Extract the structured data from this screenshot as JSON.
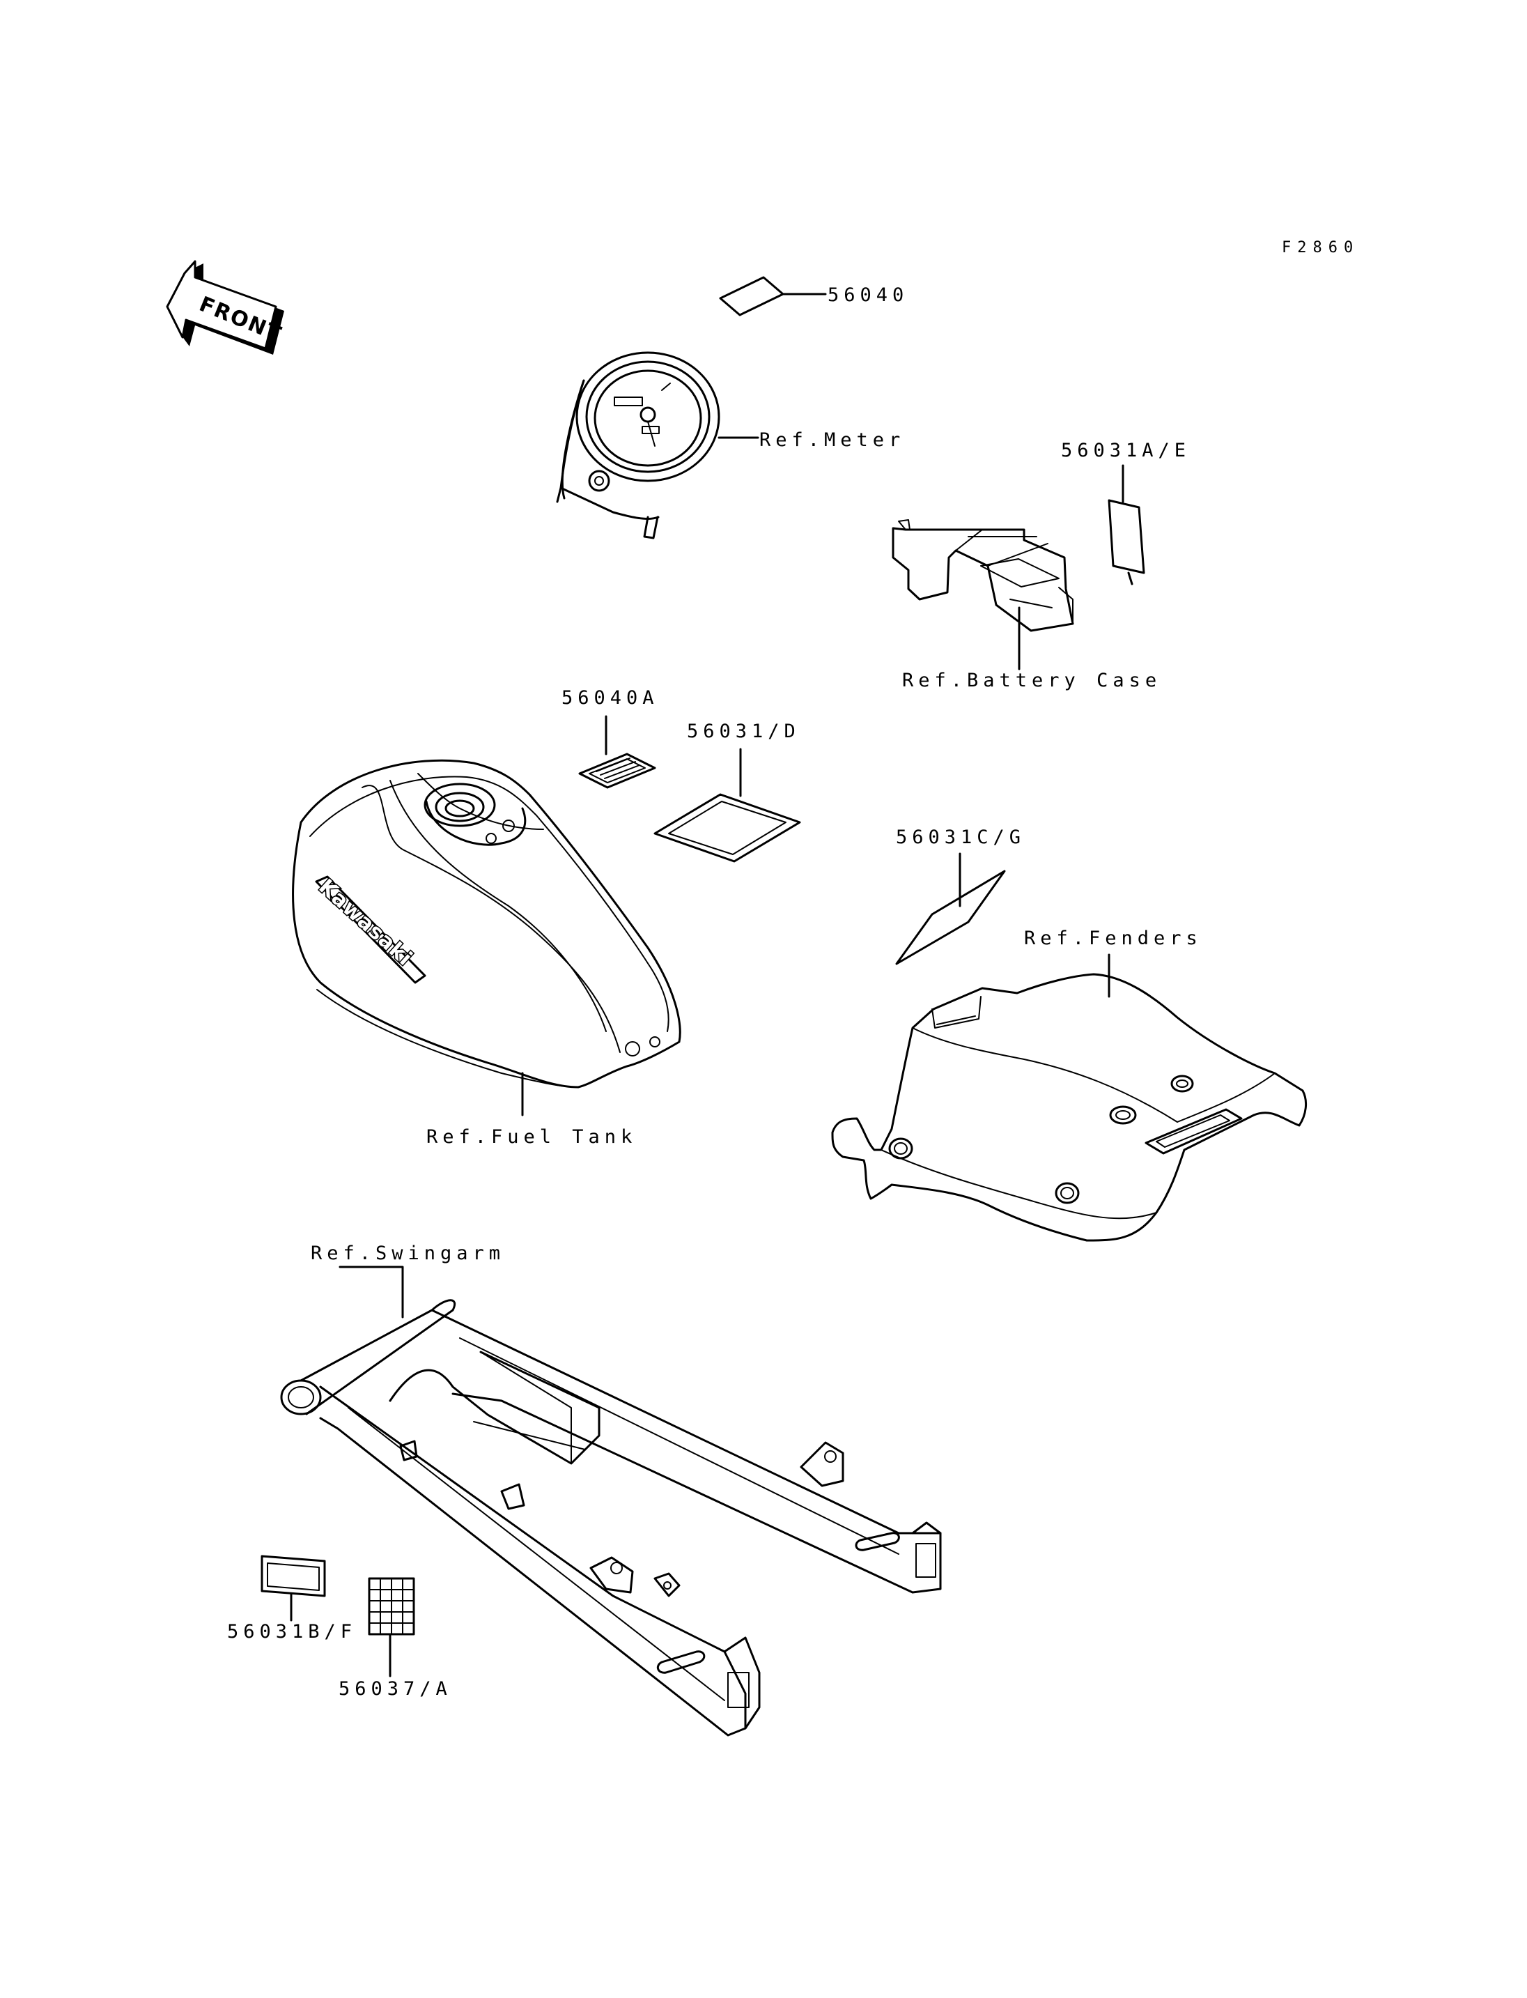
{
  "figure_code": "F2860",
  "front_arrow": {
    "label": "FRONT"
  },
  "tank_logo": "Kawasaki",
  "callouts": {
    "meter_decal": "56040",
    "meter_ref": "Ref.Meter",
    "battery_decal": "56031A/E",
    "battery_ref": "Ref.Battery Case",
    "tank_decal_a": "56040A",
    "tank_decal_b": "56031/D",
    "tank_ref": "Ref.Fuel Tank",
    "fender_decal": "56031C/G",
    "fender_ref": "Ref.Fenders",
    "swingarm_ref": "Ref.Swingarm",
    "swingarm_decal_a": "56031B/F",
    "swingarm_decal_b": "56037/A"
  }
}
